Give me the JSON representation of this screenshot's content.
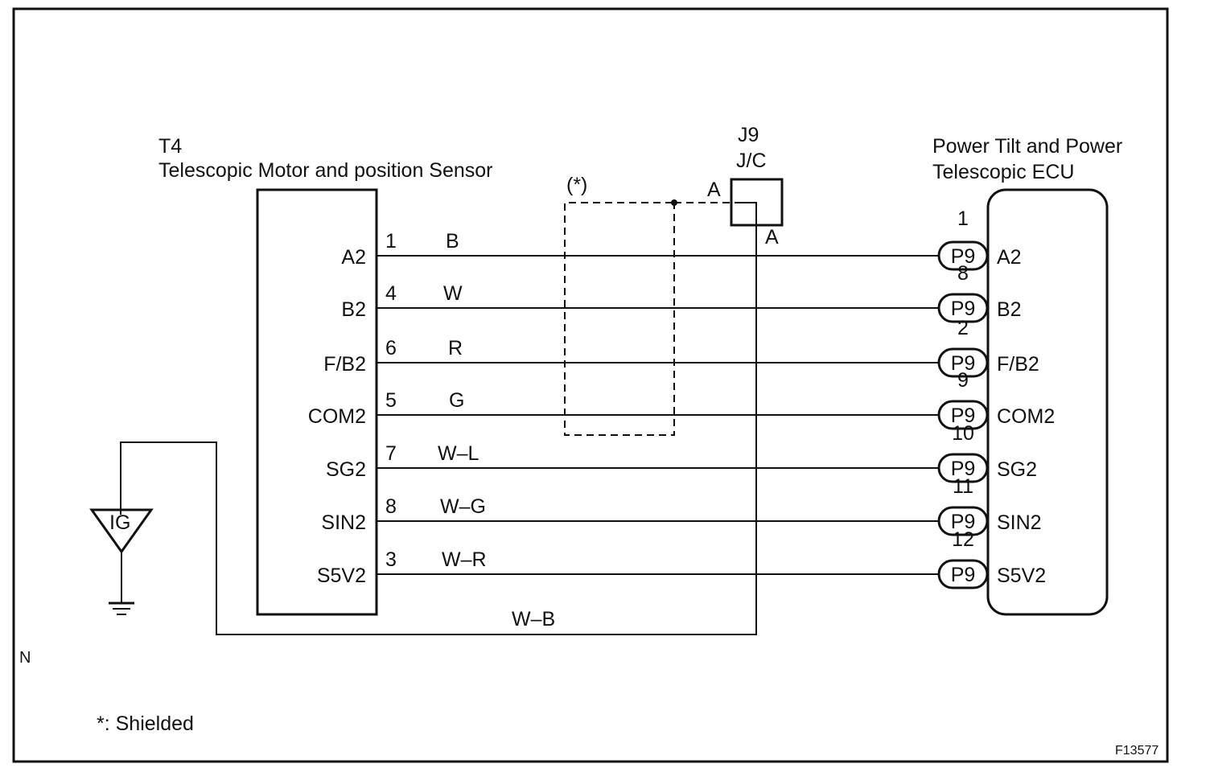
{
  "component_t4": {
    "code": "T4",
    "name": "Telescopic  Motor and position Sensor"
  },
  "junction": {
    "code": "J9",
    "type": "J/C",
    "terminal_in": "A",
    "terminal_out": "A"
  },
  "ecu": {
    "line1": "Power Tilt and Power",
    "line2": "Telescopic ECU"
  },
  "shield_marker": "(*)",
  "ground_symbol_label": "IG",
  "ground_wire_color": "W–B",
  "wires": [
    {
      "sensor_terminal": "A2",
      "sensor_pin": "1",
      "color": "B",
      "connector": "P9",
      "ecu_pin": "1",
      "ecu_terminal": "A2"
    },
    {
      "sensor_terminal": "B2",
      "sensor_pin": "4",
      "color": "W",
      "connector": "P9",
      "ecu_pin": "8",
      "ecu_terminal": "B2"
    },
    {
      "sensor_terminal": "F/B2",
      "sensor_pin": "6",
      "color": "R",
      "connector": "P9",
      "ecu_pin": "2",
      "ecu_terminal": "F/B2"
    },
    {
      "sensor_terminal": "COM2",
      "sensor_pin": "5",
      "color": "G",
      "connector": "P9",
      "ecu_pin": "9",
      "ecu_terminal": "COM2"
    },
    {
      "sensor_terminal": "SG2",
      "sensor_pin": "7",
      "color": "W–L",
      "connector": "P9",
      "ecu_pin": "10",
      "ecu_terminal": "SG2"
    },
    {
      "sensor_terminal": "SIN2",
      "sensor_pin": "8",
      "color": "W–G",
      "connector": "P9",
      "ecu_pin": "11",
      "ecu_terminal": "SIN2"
    },
    {
      "sensor_terminal": "S5V2",
      "sensor_pin": "3",
      "color": "W–R",
      "connector": "P9",
      "ecu_pin": "12",
      "ecu_terminal": "S5V2"
    }
  ],
  "side_letter": "N",
  "footnote": "*: Shielded",
  "figure_code": "F13577"
}
